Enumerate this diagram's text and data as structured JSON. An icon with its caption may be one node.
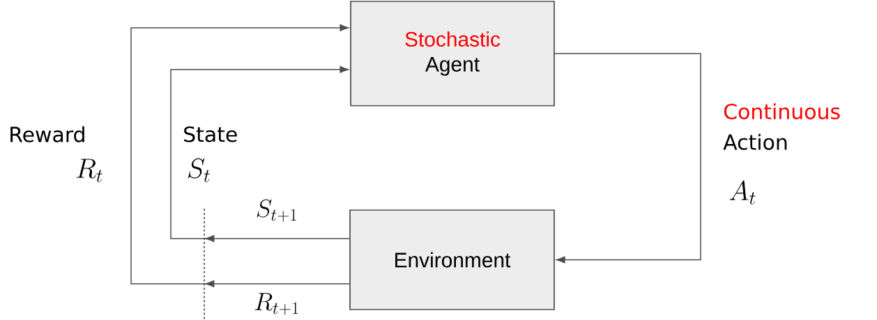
{
  "diagram": {
    "nodes": [
      {
        "text": [
          "Stochastic",
          "Agent"
        ]
      },
      {
        "text": [
          "Environment"
        ]
      }
    ],
    "edges": [
      {
        "from": 0,
        "to": 1,
        "arrow": "to"
      },
      {
        "from": 1,
        "to": 0,
        "arrow": "to",
        "label": "S_{t+1}"
      },
      {
        "from": 1,
        "to": 0,
        "arrow": "to",
        "label": "R_{t+1}"
      }
    ],
    "labels": [
      "Reward",
      "R_t",
      "State",
      "S_t",
      "Continuous",
      "Action",
      "A_t"
    ]
  }
}
